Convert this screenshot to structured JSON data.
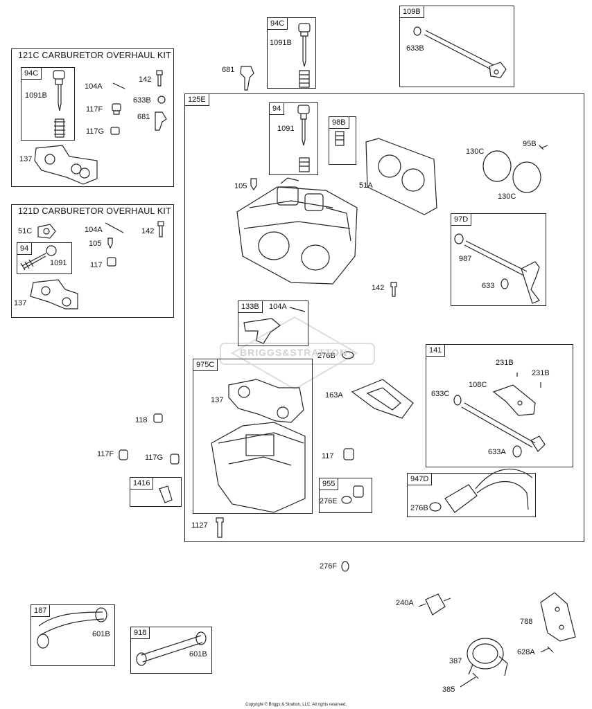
{
  "kit_121c": {
    "title": "121C CARBURETOR OVERHAUL KIT",
    "sub": "94C",
    "labels": [
      "1091B",
      "104A",
      "142",
      "633B",
      "117F",
      "681",
      "117G",
      "137"
    ]
  },
  "kit_121d": {
    "title": "121D CARBURETOR OVERHAUL KIT",
    "sub": "94",
    "labels": [
      "51C",
      "104A",
      "142",
      "105",
      "1091",
      "117",
      "137"
    ]
  },
  "top": {
    "box_94c": "94C",
    "box_94c_label": "1091B",
    "part_681": "681",
    "box_109b": "109B",
    "box_109b_label": "633B"
  },
  "main_125e": {
    "title": "125E",
    "box_94": "94",
    "box_94_label": "1091",
    "box_98b": "98B",
    "labels": {
      "p105": "105",
      "p51a": "51A",
      "p130c_a": "130C",
      "p95b": "95B",
      "p130c_b": "130C",
      "p142": "142",
      "p276b": "276B",
      "p163a": "163A",
      "p117": "117",
      "p1127": "1127"
    },
    "box_97d": "97D",
    "box_97d_labels": [
      "987",
      "633"
    ],
    "box_133b": "133B",
    "box_133b_label": "104A",
    "box_975c": "975C",
    "box_975c_label": "137",
    "box_141": "141",
    "box_141_labels": [
      "231B",
      "231B",
      "108C",
      "633C",
      "633A"
    ],
    "box_955": "955",
    "box_955_label": "276E",
    "box_947d": "947D",
    "box_947d_label": "276B"
  },
  "left_parts": {
    "p118": "118",
    "p117f": "117F",
    "p117g": "117G",
    "box_1416": "1416"
  },
  "loose": {
    "p276f": "276F",
    "p240a": "240A",
    "p788": "788",
    "p628a": "628A",
    "p387": "387",
    "p385": "385"
  },
  "box_187": {
    "tag": "187",
    "label": "601B"
  },
  "box_918": {
    "tag": "918",
    "label": "601B"
  },
  "watermark": "BRIGGS&STRATTON",
  "copyright": "Copyright © Briggs & Stratton, LLC. All rights reserved."
}
